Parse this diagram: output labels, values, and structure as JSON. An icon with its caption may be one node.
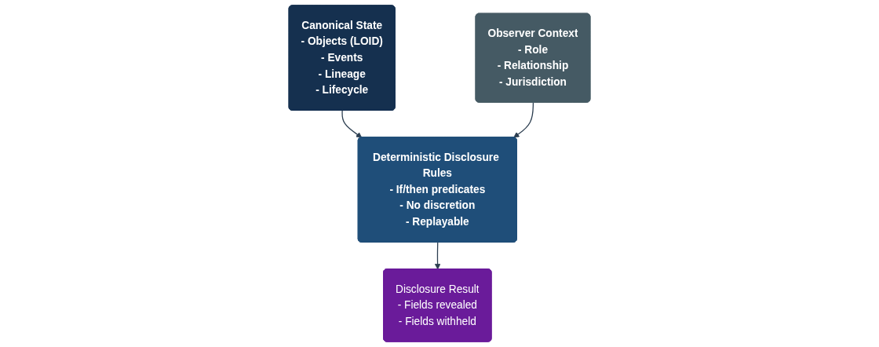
{
  "diagram": {
    "nodes": [
      {
        "text": [
          "Canonical State",
          "- Objects (LOID)",
          "- Events",
          "- Lineage",
          "- Lifecycle"
        ]
      },
      {
        "text": [
          "Observer Context",
          "- Role",
          "- Relationship",
          "- Jurisdiction"
        ]
      },
      {
        "text": [
          "Deterministic Disclosure Rules",
          "- If/then predicates",
          "- No discretion",
          "- Replayable"
        ]
      },
      {
        "text": [
          "Disclosure Result",
          "- Fields revealed",
          "- Fields withheld"
        ]
      }
    ],
    "edges": [
      {
        "from": 0,
        "to": 2,
        "arrow": "to"
      },
      {
        "from": 1,
        "to": 2,
        "arrow": "to"
      },
      {
        "from": 2,
        "to": 3,
        "arrow": "to"
      }
    ]
  }
}
